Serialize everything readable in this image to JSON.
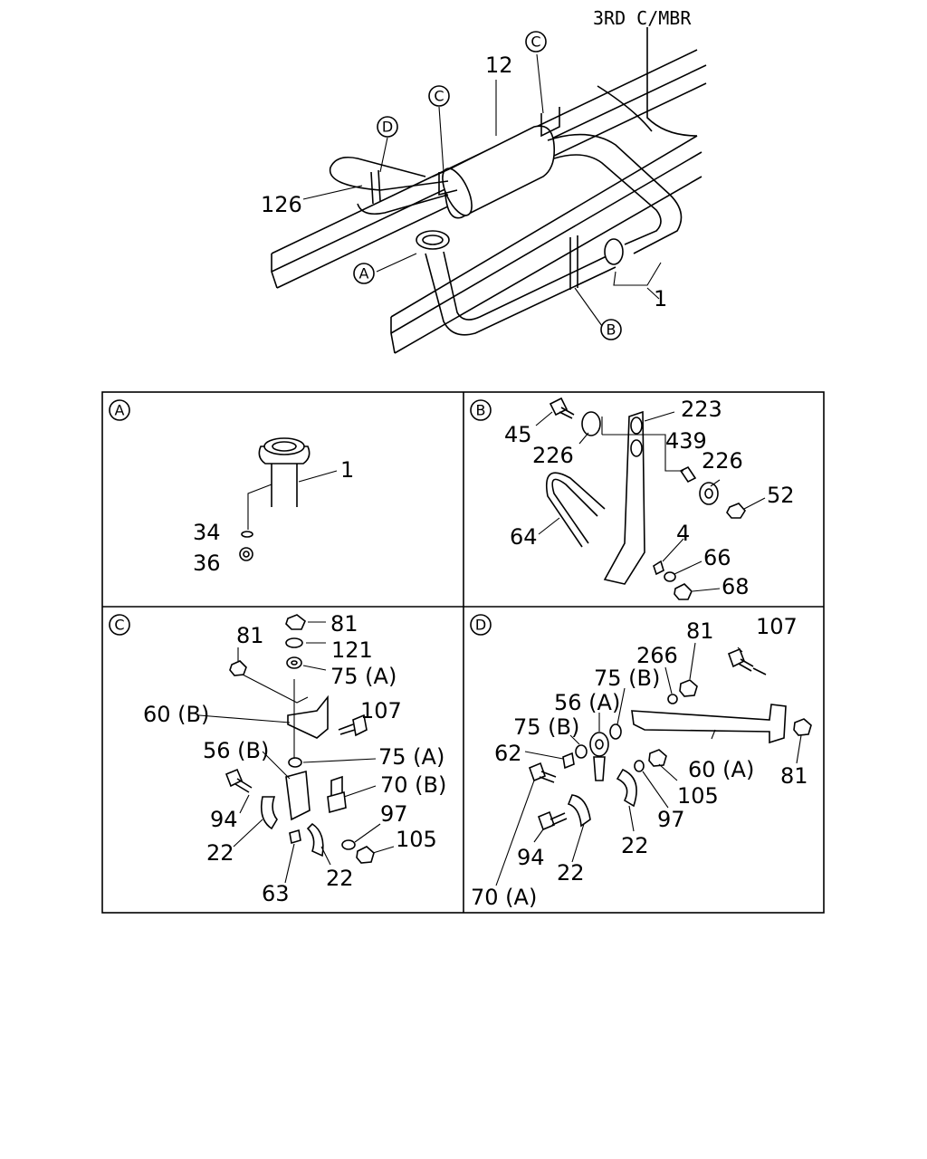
{
  "overview": {
    "crossmember_label": "3RD C/MBR",
    "labels": {
      "muffler": "12",
      "front_pipe": "126",
      "pipe_assy": "1"
    },
    "callouts": {
      "flange": "A",
      "hanger_b": "B",
      "clamp_c_1": "C",
      "clamp_c_2": "C",
      "bracket_d": "D"
    }
  },
  "detail_a": {
    "letter": "A",
    "parts": {
      "pipe": "1",
      "washer": "34",
      "nut": "36"
    }
  },
  "detail_b": {
    "letter": "B",
    "parts": {
      "bolt": "45",
      "cushion_1": "226",
      "hanger": "223",
      "collar": "439",
      "cushion_2": "226",
      "nut": "52",
      "u_bolt": "64",
      "washer": "4",
      "lock_washer": "66",
      "nut_2": "68"
    }
  },
  "detail_c": {
    "letter": "C",
    "parts": {
      "nut_top": "81",
      "washer_121": "121",
      "washer_75a_top": "75 (A)",
      "nut_left": "81",
      "bracket": "60 (B)",
      "bolt_107": "107",
      "rubber": "56 (B)",
      "washer_75a": "75 (A)",
      "bolt_70b": "70 (B)",
      "bolt_94": "94",
      "clamp_left": "22",
      "washer_97": "97",
      "nut_105": "105",
      "collar_63": "63",
      "clamp_right": "22"
    }
  },
  "detail_d": {
    "letter": "D",
    "parts": {
      "bolt_107": "107",
      "nut_81_top": "81",
      "washer_266": "266",
      "washer_75b_top": "75 (B)",
      "rubber_56a": "56 (A)",
      "washer_75b": "75 (B)",
      "collar_62": "62",
      "bracket_60a": "60 (A)",
      "nut_81_right": "81",
      "nut_105": "105",
      "washer_97": "97",
      "clamp_right": "22",
      "bolt_94": "94",
      "clamp_left": "22",
      "bolt_70a": "70 (A)"
    }
  }
}
